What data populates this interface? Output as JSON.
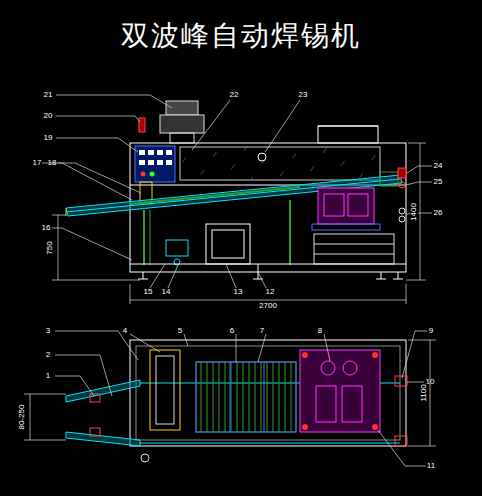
{
  "diagram": {
    "title": "双波峰自动焊锡机",
    "labels": [
      "1",
      "2",
      "3",
      "4",
      "5",
      "6",
      "7",
      "8",
      "9",
      "10",
      "11",
      "12",
      "13",
      "14",
      "15",
      "16",
      "17",
      "18",
      "19",
      "20",
      "21",
      "22",
      "23",
      "24",
      "25",
      "26",
      "2700",
      "750",
      "1400",
      "1100",
      "80-250"
    ]
  }
}
